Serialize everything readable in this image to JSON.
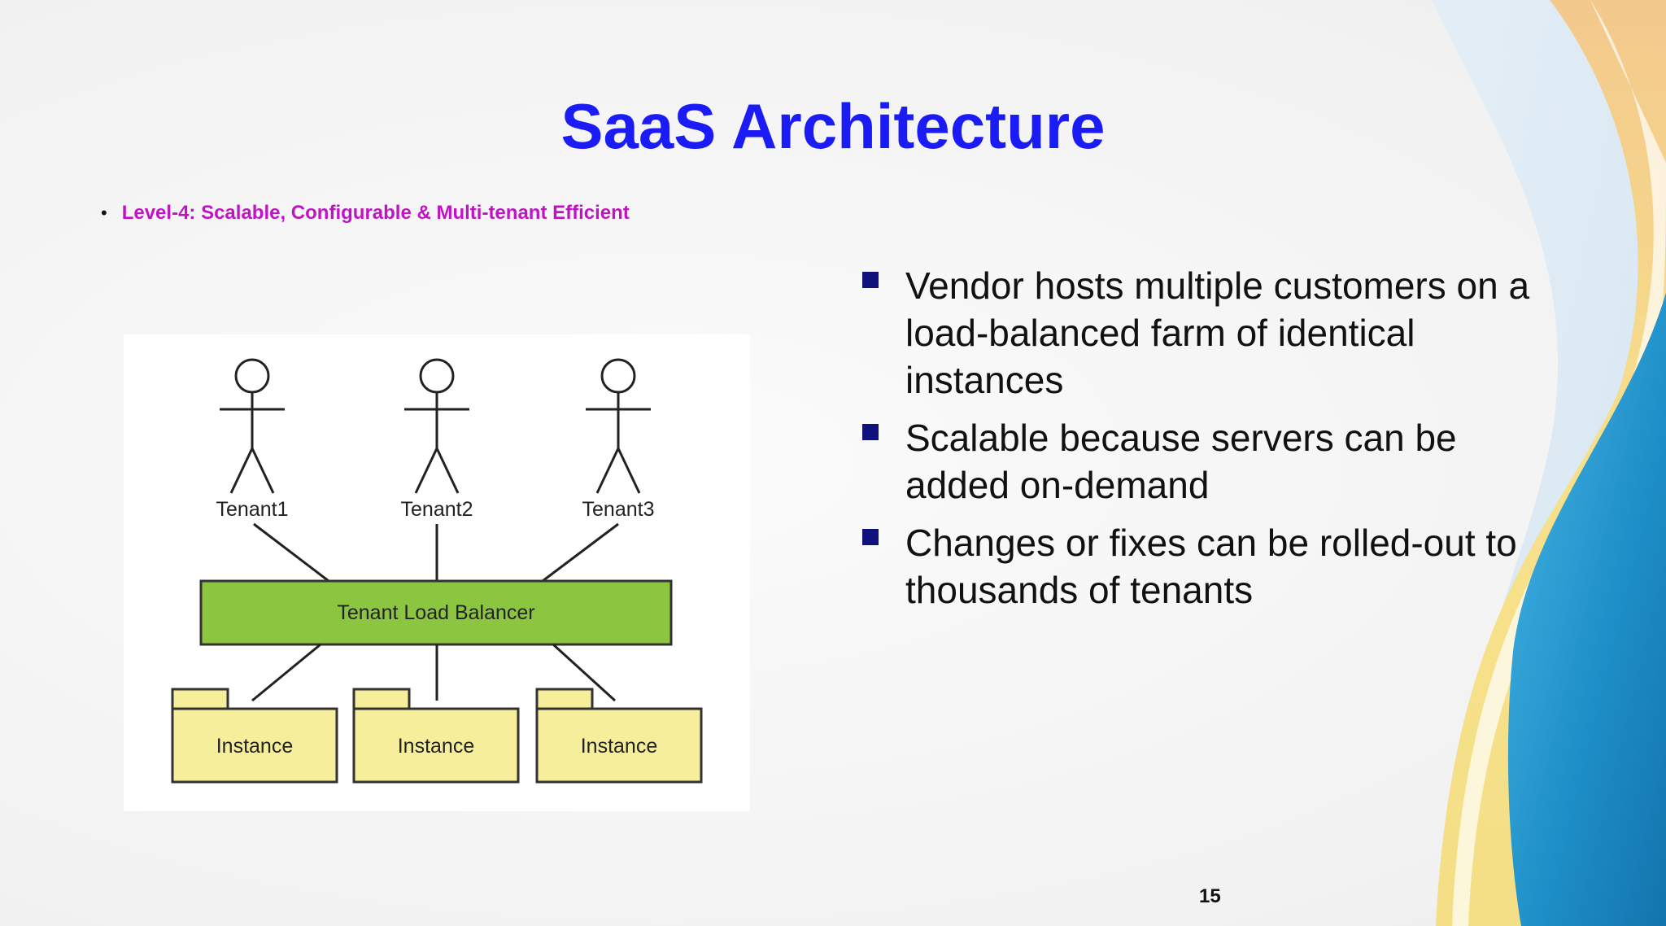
{
  "slide": {
    "title": "SaaS Architecture",
    "subtitle": "Level-4: Scalable, Configurable & Multi-tenant Efficient",
    "bullets": [
      "Vendor hosts multiple customers on a load-balanced farm of identical instances",
      "Scalable because servers can be added on-demand",
      "Changes or fixes can be rolled-out to thousands of tenants"
    ],
    "page_number": "15"
  },
  "diagram": {
    "tenants": [
      "Tenant1",
      "Tenant2",
      "Tenant3"
    ],
    "load_balancer": "Tenant Load Balancer",
    "instances": [
      "Instance",
      "Instance",
      "Instance"
    ]
  },
  "colors": {
    "title": "#1b1bf5",
    "subtitle": "#c014c4",
    "bullet_square": "#11117d",
    "load_balancer_fill": "#8cc53f",
    "instance_fill": "#f7ee9c",
    "wave_yellow": "#f5df86",
    "wave_blue": "#1d8ec7"
  }
}
